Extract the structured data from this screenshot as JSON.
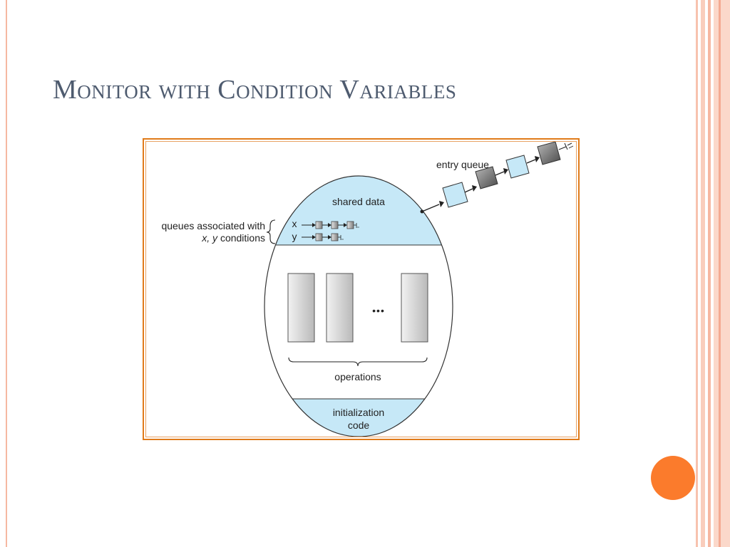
{
  "slide": {
    "title": "Monitor with Condition Variables"
  },
  "diagram": {
    "shared_data_label": "shared data",
    "entry_queue_label": "entry queue",
    "queues_label_line1": "queues associated with",
    "queues_label_line2_vars": "x, y",
    "queues_label_line2_rest": " conditions",
    "queue_x_label": "x",
    "queue_y_label": "y",
    "ellipsis": "•••",
    "operations_label": "operations",
    "init_label_line1": "initialization",
    "init_label_line2": "code"
  },
  "colors": {
    "accent": "#fb7b2c",
    "frame": "#e07b1a",
    "title": "#4e5b6f",
    "region_fill": "#c6e8f7"
  }
}
